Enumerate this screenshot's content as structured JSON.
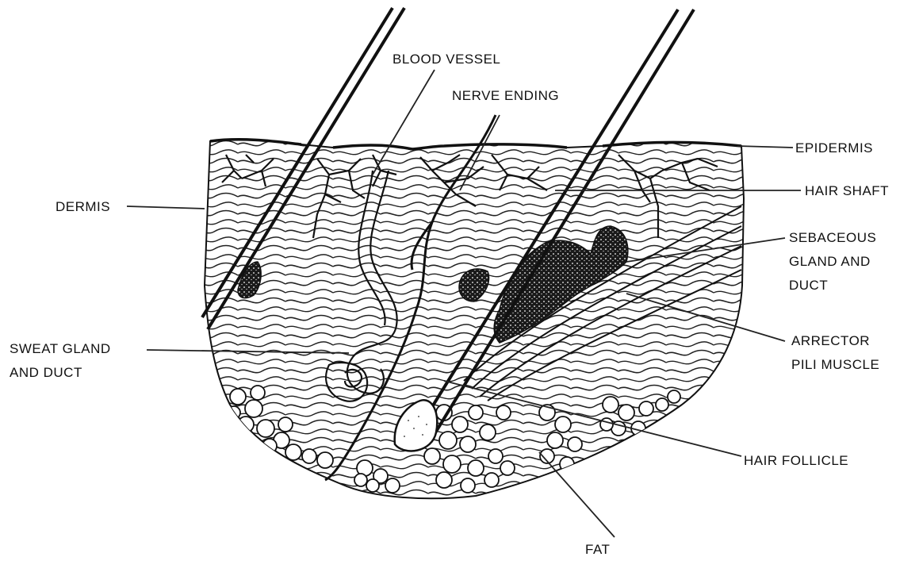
{
  "labels": {
    "blood_vessel": "BLOOD VESSEL",
    "nerve_ending": "NERVE ENDING",
    "epidermis": "EPIDERMIS",
    "hair_shaft": "HAIR SHAFT",
    "sebaceous_1": "SEBACEOUS",
    "sebaceous_2": "GLAND AND",
    "sebaceous_3": "DUCT",
    "dermis": "DERMIS",
    "sweat_1": "SWEAT GLAND",
    "sweat_2": "AND DUCT",
    "arrector_1": "ARRECTOR",
    "arrector_2": "PILI MUSCLE",
    "hair_follicle": "HAIR FOLLICLE",
    "fat": "FAT"
  }
}
